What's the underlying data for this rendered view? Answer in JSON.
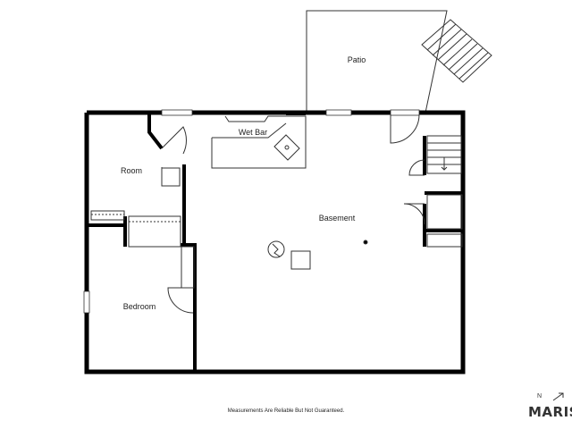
{
  "rooms": {
    "patio": "Patio",
    "wet_bar": "Wet Bar",
    "room": "Room",
    "basement": "Basement",
    "bedroom": "Bedroom"
  },
  "footer": {
    "disclaimer": "Measurements Are Reliable But Not Guaranteed."
  },
  "logo": {
    "text": "MARIS",
    "compass": "N"
  }
}
